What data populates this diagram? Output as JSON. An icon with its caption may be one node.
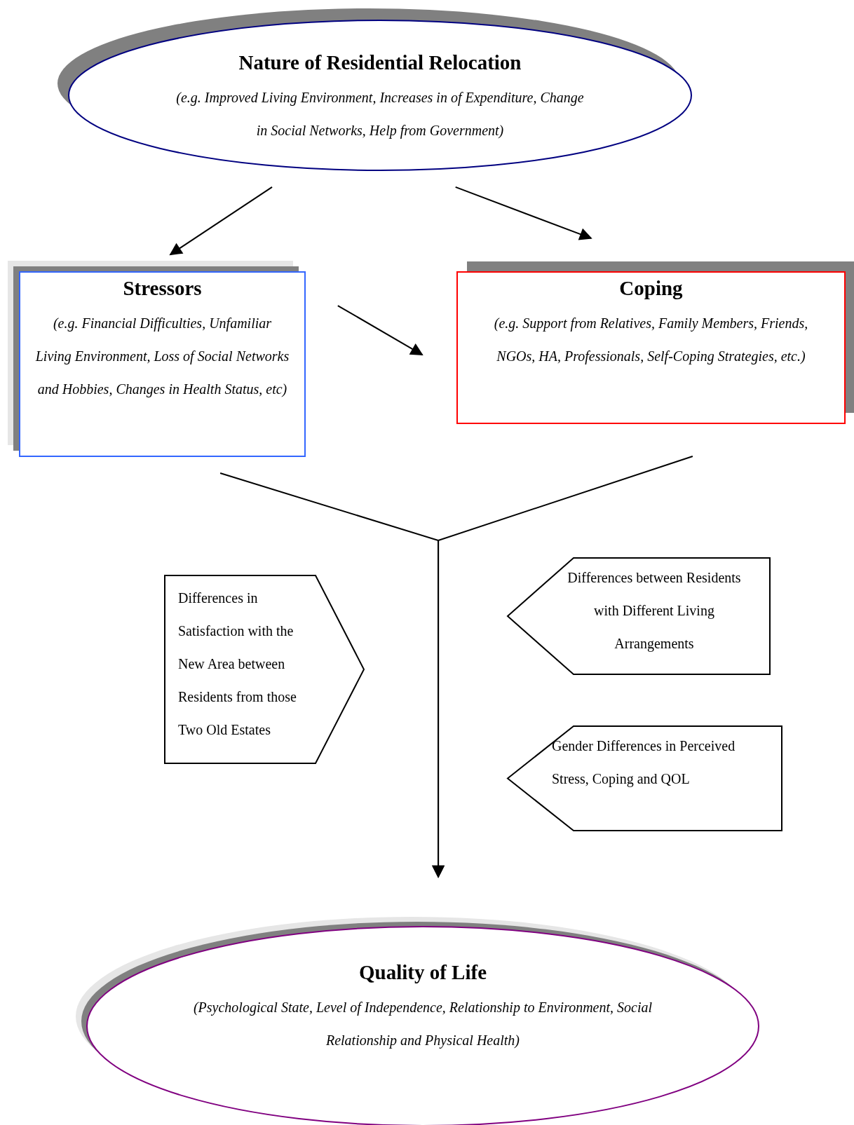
{
  "diagram": {
    "nodes": [
      {
        "text": [
          "Nature of Residential Relocation",
          "(e.g. Improved Living Environment, Increases in of Expenditure, Change in Social Networks, Help from Government)"
        ]
      },
      {
        "text": [
          "Stressors",
          "(e.g. Financial Difficulties, Unfamiliar Living Environment, Loss of Social Networks and Hobbies, Changes in Health Status, etc)"
        ]
      },
      {
        "text": [
          "Coping",
          "(e.g. Support from Relatives, Family Members, Friends, NGOs, HA, Professionals, Self-Coping Strategies, etc.)"
        ]
      },
      {
        "text": [
          "Differences in Satisfaction with the New Area between Residents from those Two Old Estates"
        ]
      },
      {
        "text": [
          "Differences between Residents with Different Living Arrangements"
        ]
      },
      {
        "text": [
          "Gender Differences in Perceived Stress, Coping and QOL"
        ]
      },
      {
        "text": [
          "Quality of Life",
          "(Psychological State, Level of Independence, Relationship to Environment, Social Relationship and Physical Health)"
        ]
      }
    ],
    "edges": [
      {
        "from": 0,
        "to": 1,
        "arrow": "to"
      },
      {
        "from": 0,
        "to": 2,
        "arrow": "to"
      },
      {
        "from": 1,
        "to": 2,
        "arrow": "to"
      },
      {
        "from": 1,
        "to": 6,
        "arrow": "to"
      },
      {
        "from": 2,
        "to": 6,
        "arrow": "to"
      }
    ]
  }
}
